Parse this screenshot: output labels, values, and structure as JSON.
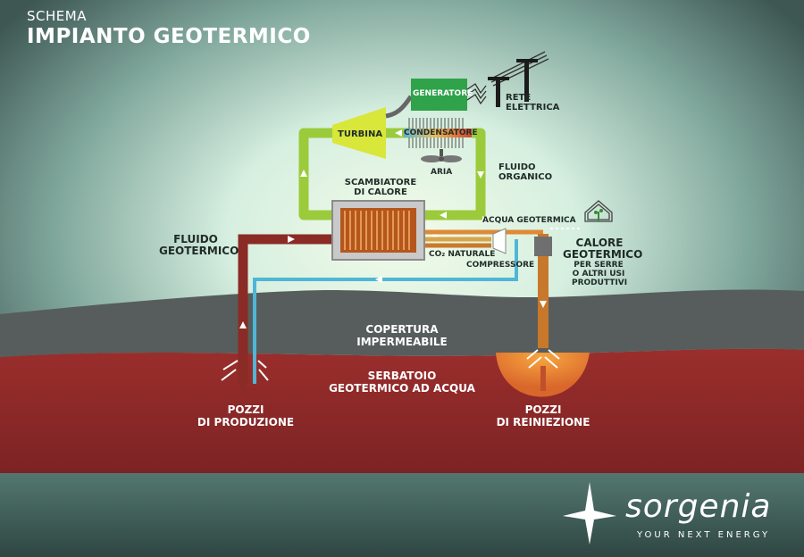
{
  "header": {
    "kicker": "SCHEMA",
    "title": "IMPIANTO GEOTERMICO"
  },
  "labels": {
    "generatore": "GENERATORE",
    "rete_elettrica": "RETE\nELETTRICA",
    "turbina": "TURBINA",
    "condensatore": "CONDENSATORE",
    "aria": "ARIA",
    "fluido_organico": "FLUIDO\nORGANICO",
    "scambiatore": "SCAMBIATORE\nDI CALORE",
    "acqua_geotermica": "ACQUA GEOTERMICA",
    "fluido_geotermico": "FLUIDO\nGEOTERMICO",
    "co2_naturale": "CO₂ NATURALE",
    "compressore": "COMPRESSORE",
    "calore_geotermico": "CALORE\nGEOTERMICO",
    "calore_uso": "PER SERRE\nO ALTRI USI\nPRODUTTIVI",
    "copertura": "COPERTURA\nIMPERMEABILE",
    "serbatoio": "SERBATOIO\nGEOTERMICO AD ACQUA",
    "pozzi_produzione": "POZZI\nDI PRODUZIONE",
    "pozzi_reiniezione": "POZZI\nDI REINIEZIONE"
  },
  "brand": {
    "name": "sorgenia",
    "tagline": "YOUR NEXT ENERGY"
  },
  "colors": {
    "green_loop": "#9bcb3b",
    "hot_fluid": "#8d2a24",
    "cold_fluid": "#4fb6d6",
    "reinjection": "#c87a2a",
    "reservoir": "#8e2a2a",
    "cap_rock": "#555b5a",
    "generator": "#2fa24a"
  }
}
